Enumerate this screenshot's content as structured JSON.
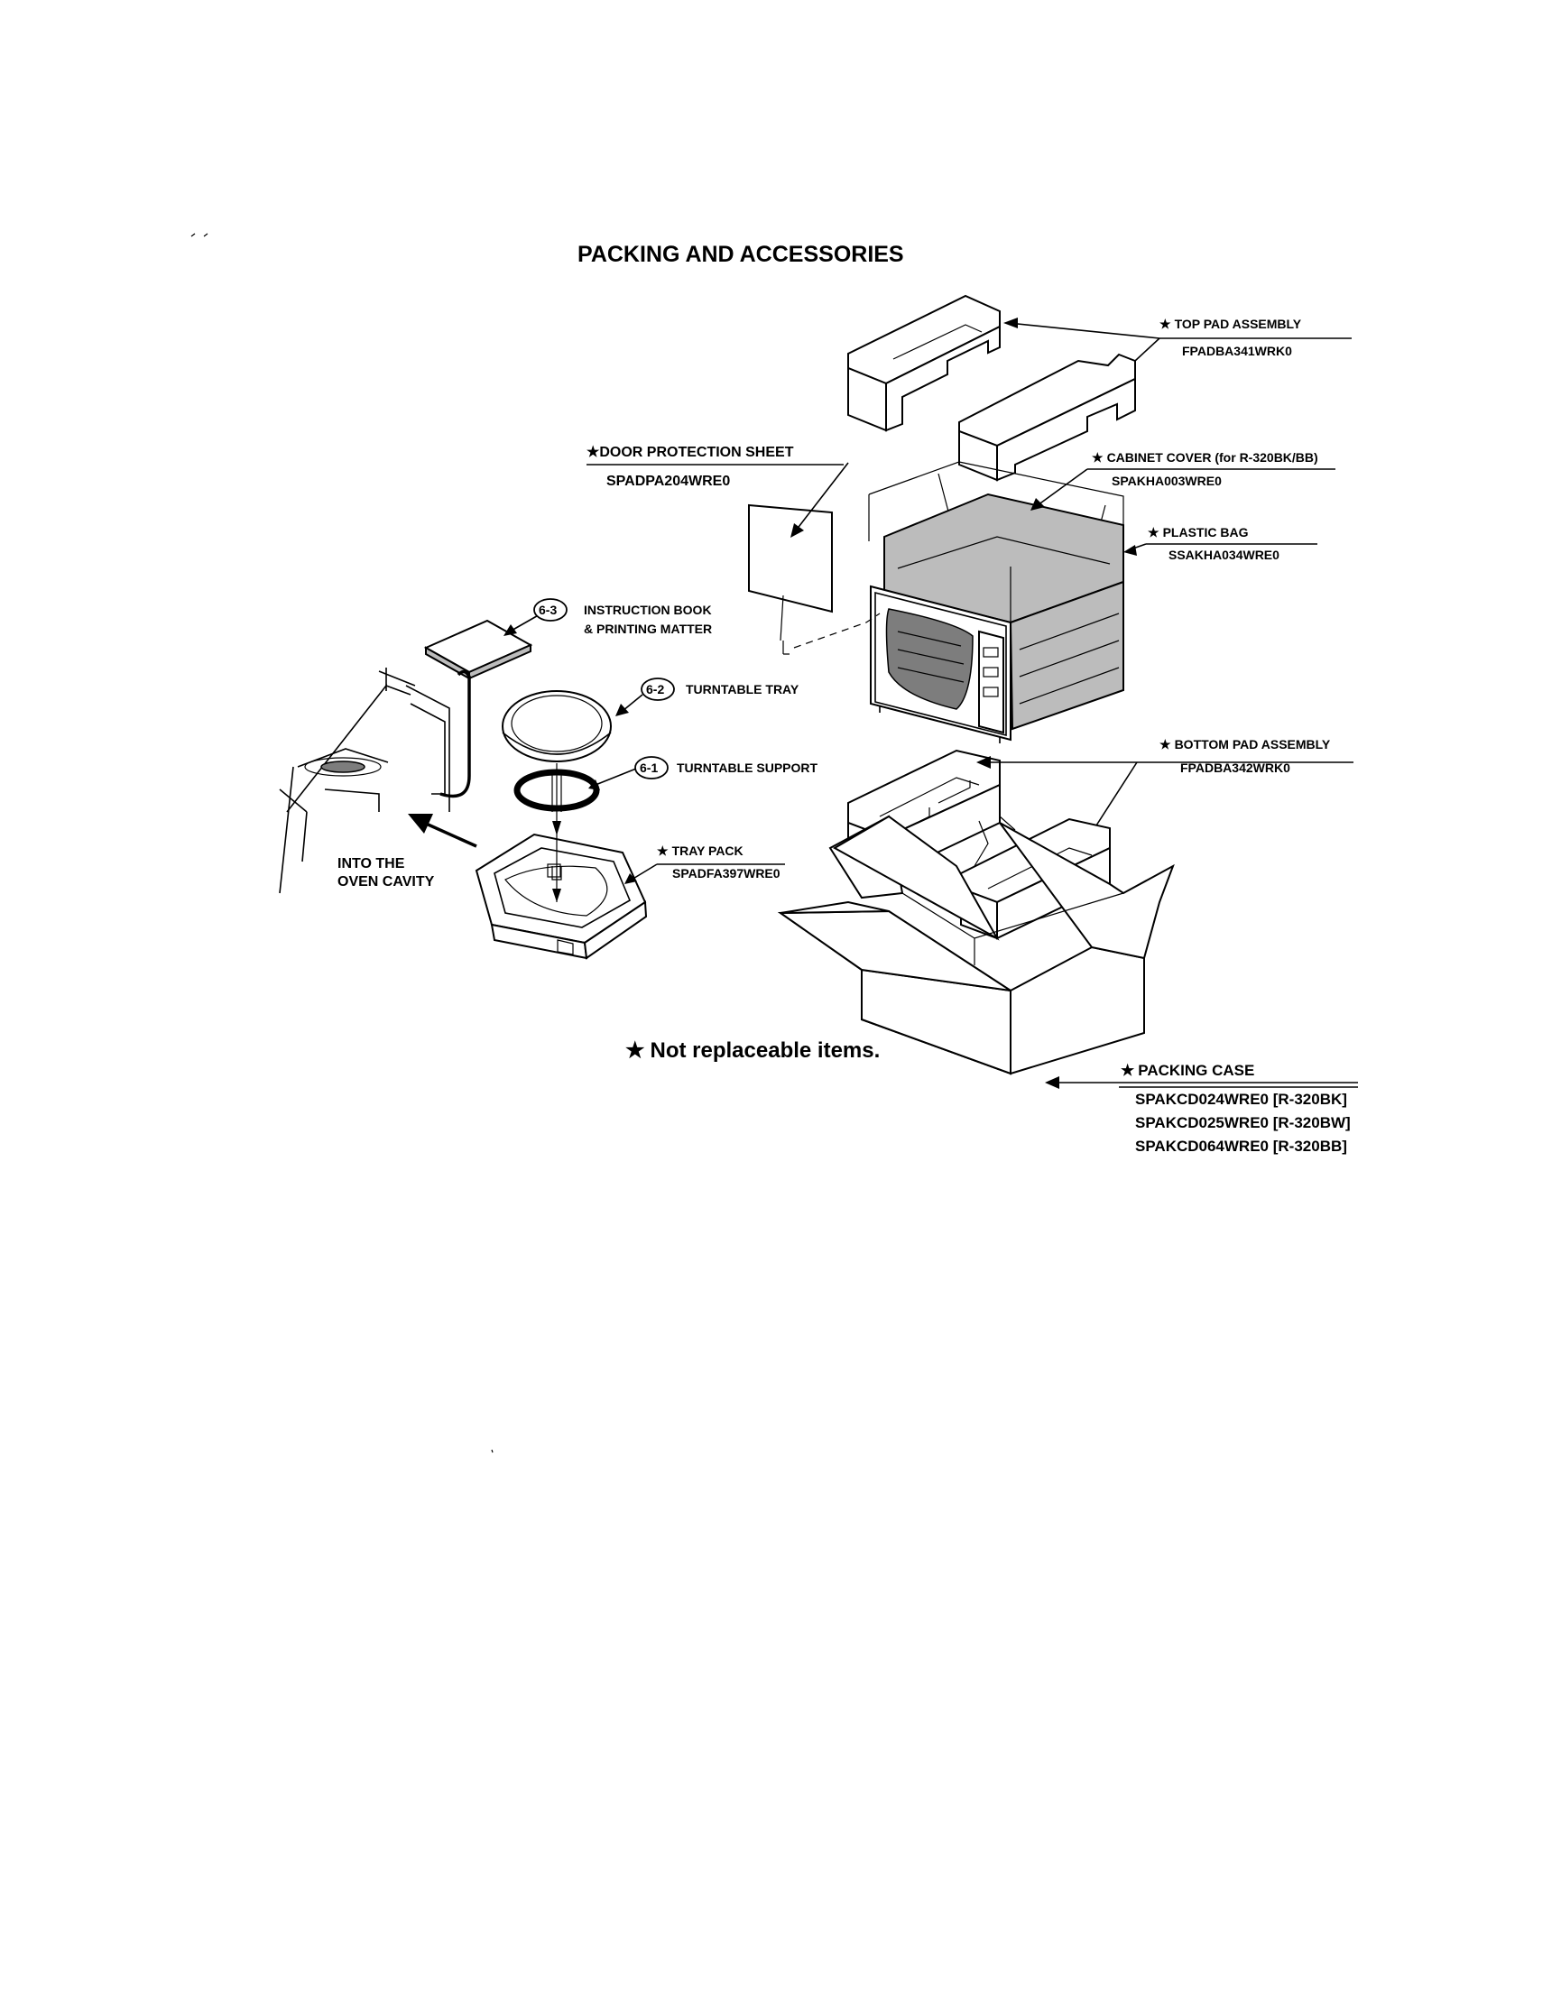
{
  "title": "PACKING AND ACCESSORIES",
  "callouts": {
    "top_pad": {
      "star": "★",
      "name": "TOP PAD ASSEMBLY",
      "part": "FPADBA341WRK0"
    },
    "door_sheet": {
      "star": "★",
      "name": "DOOR PROTECTION SHEET",
      "part": "SPADPA204WRE0"
    },
    "cabinet_cover": {
      "star": "★",
      "name": "CABINET COVER (for R-320BK/BB)",
      "part": "SPAKHA003WRE0"
    },
    "plastic_bag": {
      "star": "★",
      "name": "PLASTIC BAG",
      "part": "SSAKHA034WRE0"
    },
    "instruction_book": {
      "ref": "6-3",
      "name_line1": "INSTRUCTION BOOK",
      "name_line2": "& PRINTING MATTER"
    },
    "turntable_tray": {
      "ref": "6-2",
      "name": "TURNTABLE TRAY"
    },
    "turntable_support": {
      "ref": "6-1",
      "name": "TURNTABLE SUPPORT"
    },
    "bottom_pad": {
      "star": "★",
      "name": "BOTTOM PAD ASSEMBLY",
      "part": "FPADBA342WRK0"
    },
    "tray_pack": {
      "star": "★",
      "name": "TRAY PACK",
      "part": "SPADFA397WRE0"
    },
    "oven_cavity": {
      "line1": "INTO THE",
      "line2": "OVEN CAVITY"
    },
    "packing_case": {
      "star": "★",
      "name": "PACKING CASE",
      "parts": [
        "SPAKCD024WRE0 [R-320BK]",
        "SPAKCD025WRE0 [R-320BW]",
        "SPAKCD064WRE0 [R-320BB]"
      ]
    }
  },
  "note": {
    "star": "★",
    "text": "Not replaceable items."
  }
}
